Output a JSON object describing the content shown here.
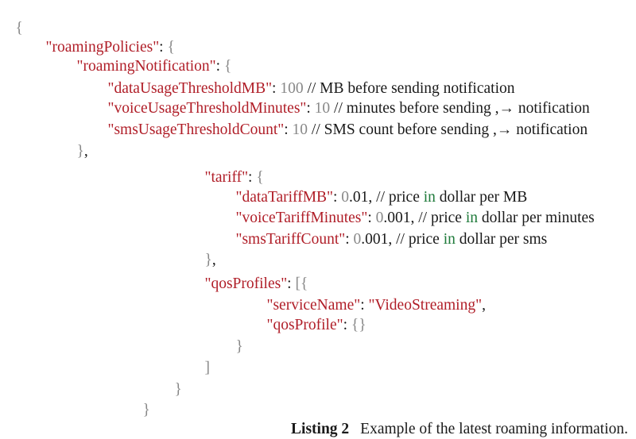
{
  "listing": {
    "l1": {
      "open": "{"
    },
    "l2": {
      "key": "\"roamingPolicies\"",
      "sep": ": ",
      "open": "{"
    },
    "l3": {
      "key": "\"roamingNotification\"",
      "sep": ": ",
      "open": "{"
    },
    "l4": {
      "key": "\"dataUsageThresholdMB\"",
      "sep": ": ",
      "value": "100",
      "comment": " // MB before sending notification"
    },
    "l5": {
      "key": "\"voiceUsageThresholdMinutes\"",
      "sep": ": ",
      "value": "10",
      "comment": " // minutes before sending ,→ notification"
    },
    "l6": {
      "key": "\"smsUsageThresholdCount\"",
      "sep": ": ",
      "value": "10",
      "comment": " // SMS count before sending ,→ notification"
    },
    "l7": {
      "close": "}",
      "comma": ","
    },
    "l8": {
      "key": "\"tariff\"",
      "sep": ": ",
      "open": "{"
    },
    "l9": {
      "key": "\"dataTariffMB\"",
      "sep": ": ",
      "v1": "0",
      "v2": ".01, // price ",
      "in": "in",
      "rest": " dollar per MB"
    },
    "l10": {
      "key": "\"voiceTariffMinutes\"",
      "sep": ": ",
      "v1": "0",
      "v2": ".001, // price ",
      "in": "in",
      "rest": " dollar per minutes"
    },
    "l11": {
      "key": "\"smsTariffCount\"",
      "sep": ": ",
      "v1": "0",
      "v2": ".001, // price ",
      "in": "in",
      "rest": " dollar per sms"
    },
    "l12": {
      "close": "}",
      "comma": ","
    },
    "l13": {
      "key": "\"qosProfiles\"",
      "sep": ": ",
      "open": "[{"
    },
    "l14": {
      "key": "\"serviceName\"",
      "sep": ": ",
      "value": "\"VideoStreaming\"",
      "comma": ","
    },
    "l15": {
      "key": "\"qosProfile\"",
      "sep": ": ",
      "open": "{}"
    },
    "l16": {
      "close": "}"
    },
    "l17": {
      "close": "]"
    },
    "l18": {
      "close": "}"
    },
    "l19": {
      "close": "}"
    }
  },
  "caption": {
    "label": "Listing 2",
    "text": "Example of the latest roaming information."
  }
}
